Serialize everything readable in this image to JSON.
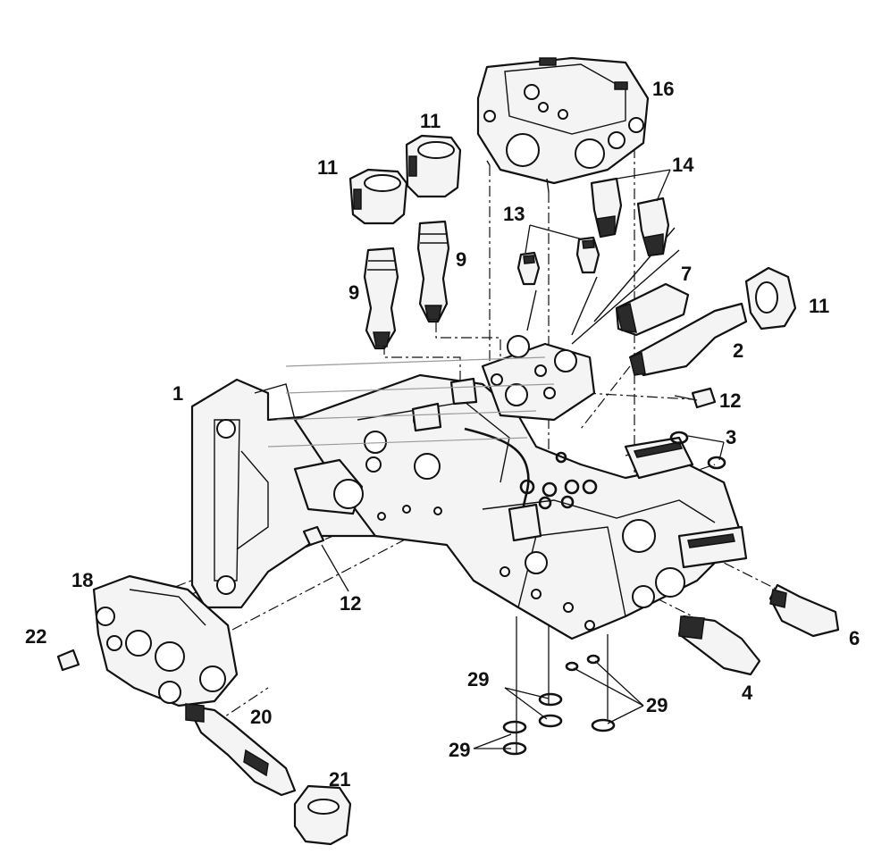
{
  "diagram": {
    "callouts": [
      {
        "id": "c1",
        "text": "1"
      },
      {
        "id": "c2",
        "text": "2"
      },
      {
        "id": "c3",
        "text": "3"
      },
      {
        "id": "c4",
        "text": "4"
      },
      {
        "id": "c6",
        "text": "6"
      },
      {
        "id": "c7",
        "text": "7"
      },
      {
        "id": "c9a",
        "text": "9"
      },
      {
        "id": "c9b",
        "text": "9"
      },
      {
        "id": "c11a",
        "text": "11"
      },
      {
        "id": "c11b",
        "text": "11"
      },
      {
        "id": "c11c",
        "text": "11"
      },
      {
        "id": "c12a",
        "text": "12"
      },
      {
        "id": "c12b",
        "text": "12"
      },
      {
        "id": "c13",
        "text": "13"
      },
      {
        "id": "c14",
        "text": "14"
      },
      {
        "id": "c16",
        "text": "16"
      },
      {
        "id": "c18",
        "text": "18"
      },
      {
        "id": "c20",
        "text": "20"
      },
      {
        "id": "c21",
        "text": "21"
      },
      {
        "id": "c22",
        "text": "22"
      },
      {
        "id": "c29a",
        "text": "29"
      },
      {
        "id": "c29b",
        "text": "29"
      },
      {
        "id": "c29c",
        "text": "29"
      }
    ]
  }
}
